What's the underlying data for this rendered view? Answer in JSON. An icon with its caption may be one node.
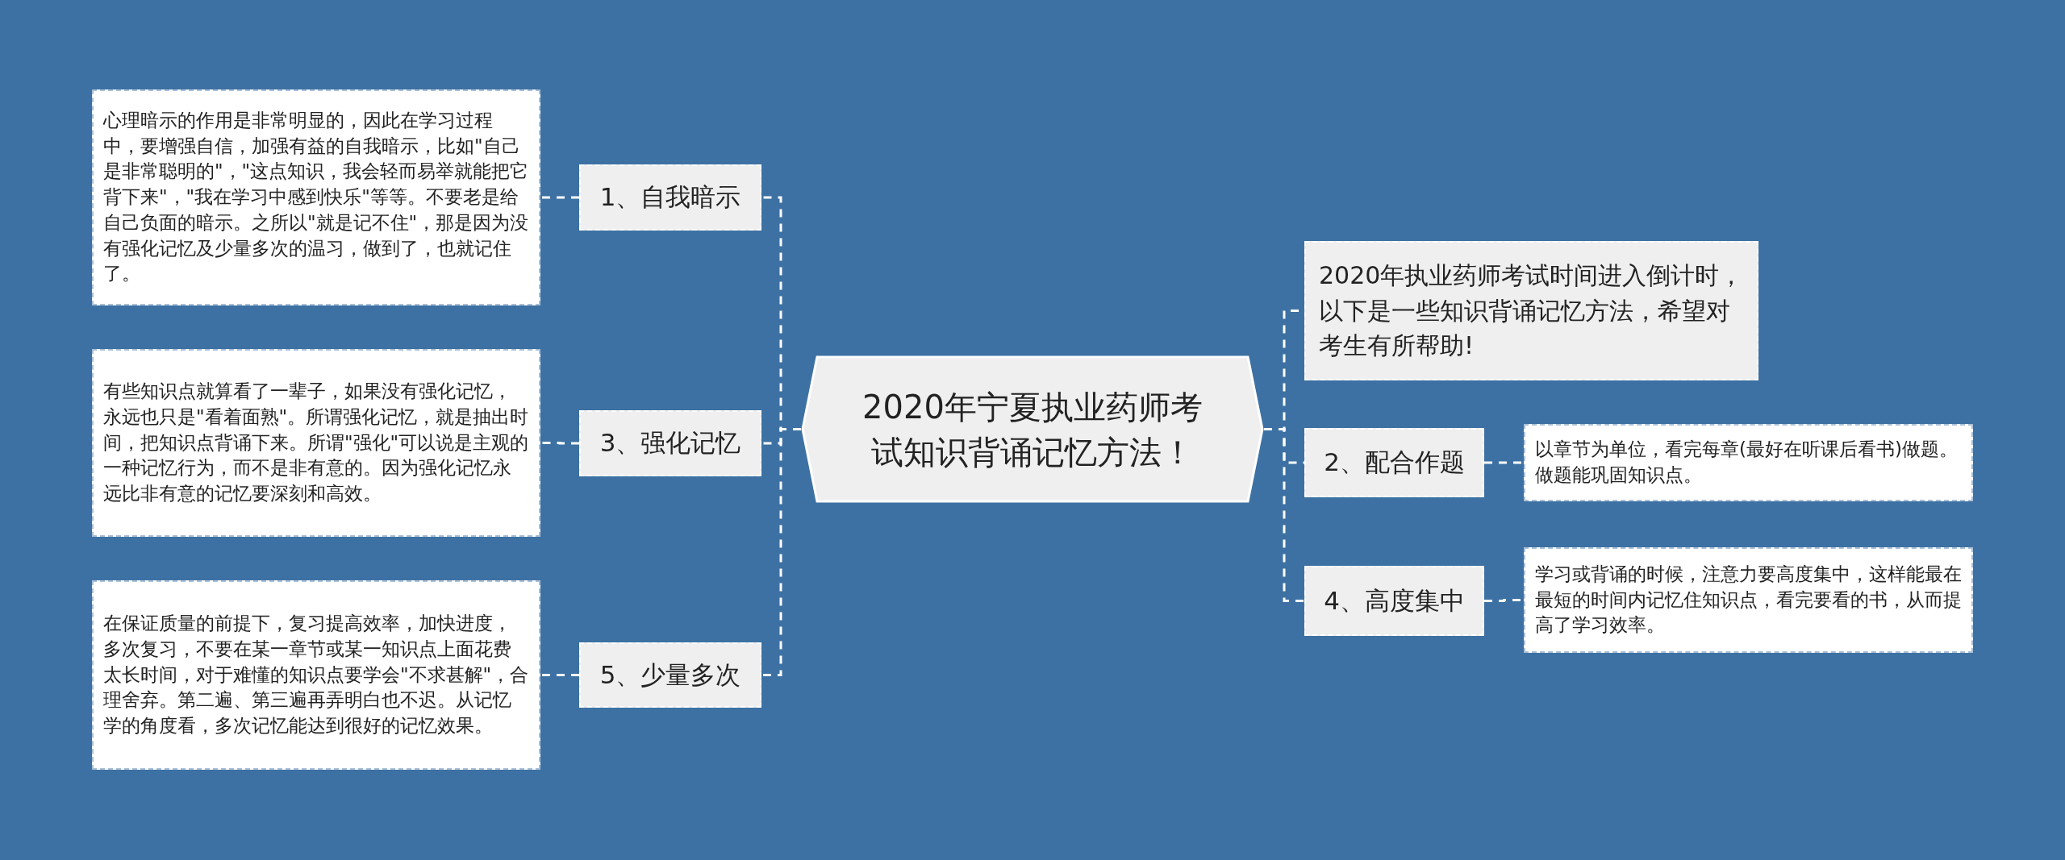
{
  "diagram": {
    "nodes": [
      {
        "text": [
          "2020年宁夏执业药师考试知识背诵记忆方法！"
        ]
      },
      {
        "text": [
          "1、自我暗示"
        ]
      },
      {
        "text": [
          "心理暗示的作用是非常明显的，因此在学习过程中，要增强自信，加强有益的自我暗示，比如\"自己是非常聪明的\"，\"这点知识，我会轻而易举就能把它背下来\"，\"我在学习中感到快乐\"等等。不要老是给自己负面的暗示。之所以\"就是记不住\"，那是因为没有强化记忆及少量多次的温习，做到了，也就记住了。"
        ]
      },
      {
        "text": [
          "3、强化记忆"
        ]
      },
      {
        "text": [
          "有些知识点就算看了一辈子，如果没有强化记忆，永远也只是\"看着面熟\"。所谓强化记忆，就是抽出时间，把知识点背诵下来。所谓\"强化\"可以说是主观的一种记忆行为，而不是非有意的。因为强化记忆永远比非有意的记忆要深刻和高效。"
        ]
      },
      {
        "text": [
          "5、少量多次"
        ]
      },
      {
        "text": [
          "在保证质量的前提下，复习提高效率，加快进度，多次复习，不要在某一章节或某一知识点上面花费太长时间，对于难懂的知识点要学会\"不求甚解\"，合理舍弃。第二遍、第三遍再弄明白也不迟。从记忆学的角度看，多次记忆能达到很好的记忆效果。"
        ]
      },
      {
        "text": [
          "2020年执业药师考试时间进入倒计时，以下是一些知识背诵记忆方法，希望对考生有所帮助!"
        ]
      },
      {
        "text": [
          "2、配合作题"
        ]
      },
      {
        "text": [
          "以章节为单位，看完每章(最好在听课后看书)做题。做题能巩固知识点。"
        ]
      },
      {
        "text": [
          "4、高度集中"
        ]
      },
      {
        "text": [
          "学习或背诵的时候，注意力要高度集中，这样能最在最短的时间内记忆住知识点，看完要看的书，从而提高了学习效率。"
        ]
      }
    ],
    "edges": [
      {
        "from": 0,
        "to": 1,
        "arrow": "none",
        "style": "dashed"
      },
      {
        "from": 0,
        "to": 3,
        "arrow": "none",
        "style": "dashed"
      },
      {
        "from": 0,
        "to": 5,
        "arrow": "none",
        "style": "dashed"
      },
      {
        "from": 1,
        "to": 2,
        "arrow": "none",
        "style": "dashed"
      },
      {
        "from": 3,
        "to": 4,
        "arrow": "none",
        "style": "dashed"
      },
      {
        "from": 5,
        "to": 6,
        "arrow": "none",
        "style": "dashed"
      },
      {
        "from": 0,
        "to": 7,
        "arrow": "none",
        "style": "dashed"
      },
      {
        "from": 0,
        "to": 8,
        "arrow": "none",
        "style": "dashed"
      },
      {
        "from": 0,
        "to": 10,
        "arrow": "none",
        "style": "dashed"
      },
      {
        "from": 8,
        "to": 9,
        "arrow": "none",
        "style": "dashed"
      },
      {
        "from": 10,
        "to": 11,
        "arrow": "none",
        "style": "dashed"
      }
    ]
  }
}
